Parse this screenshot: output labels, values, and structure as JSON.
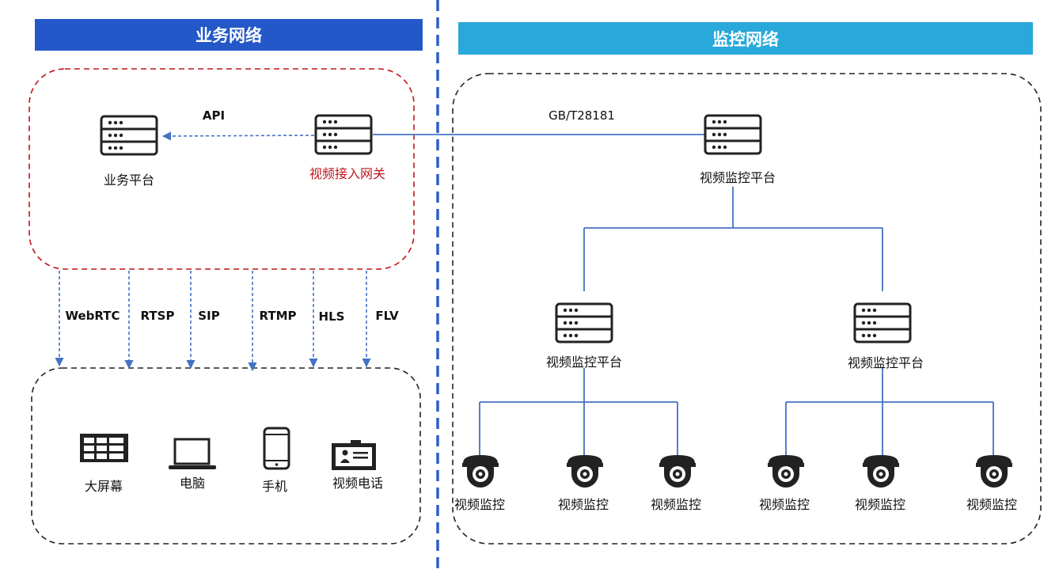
{
  "headers": {
    "business": "业务网络",
    "monitoring": "监控网络"
  },
  "business": {
    "api_label": "API",
    "platform_label": "业务平台",
    "gateway_label": "视频接入网关",
    "protocols": [
      "WebRTC",
      "RTSP",
      "SIP",
      "RTMP",
      "HLS",
      "FLV"
    ],
    "devices": {
      "big_screen": "大屏幕",
      "computer": "电脑",
      "phone": "手机",
      "videophone": "视频电话"
    }
  },
  "monitoring": {
    "protocol_label": "GB/T28181",
    "top_platform_label": "视频监控平台",
    "left_platform_label": "视频监控平台",
    "right_platform_label": "视频监控平台",
    "cameras": [
      "视频监控",
      "视频监控",
      "视频监控",
      "视频监控",
      "视频监控",
      "视频监控"
    ]
  },
  "colors": {
    "business_header": "#2458c8",
    "monitoring_header": "#29a8da",
    "link_line": "#4472c4",
    "gateway_text": "#c0151c",
    "business_zone_border": "#c0151c"
  }
}
